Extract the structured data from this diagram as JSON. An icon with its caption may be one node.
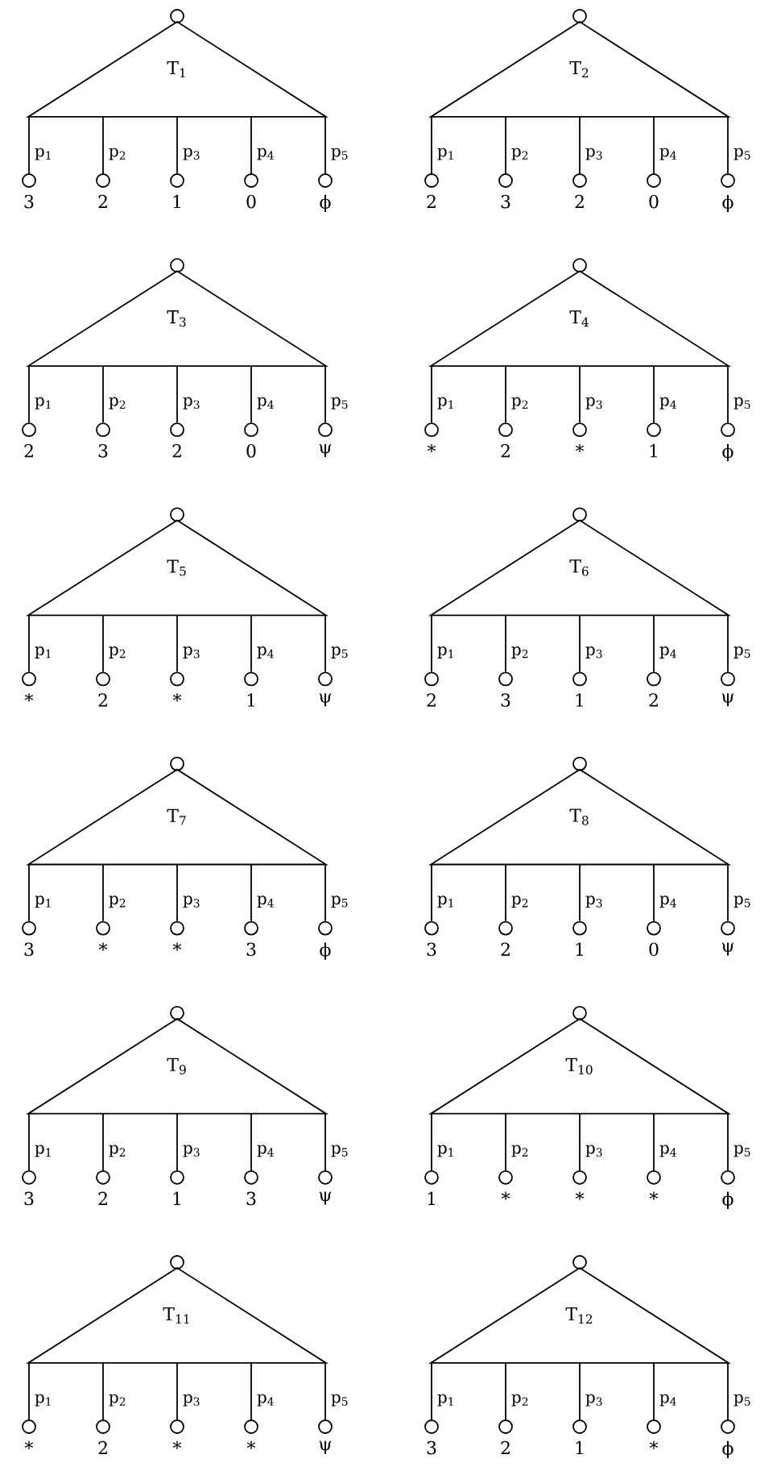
{
  "diagram": {
    "nodes": [
      {
        "text": [],
        "shape": "circle"
      },
      {
        "text": [
          "T$_{1}$"
        ]
      },
      {
        "text": [],
        "shape": "circle",
        "beside": [
          "3"
        ]
      },
      {
        "text": [],
        "shape": "circle",
        "beside": [
          "2"
        ]
      },
      {
        "text": [],
        "shape": "circle",
        "beside": [
          "1"
        ]
      },
      {
        "text": [],
        "shape": "circle",
        "beside": [
          "0"
        ]
      },
      {
        "text": [],
        "shape": "circle",
        "beside": [
          "ϕ"
        ]
      },
      {
        "text": [],
        "shape": "circle"
      },
      {
        "text": [
          "T$_{2}$"
        ]
      },
      {
        "text": [],
        "shape": "circle",
        "beside": [
          "2"
        ]
      },
      {
        "text": [],
        "shape": "circle",
        "beside": [
          "3"
        ]
      },
      {
        "text": [],
        "shape": "circle",
        "beside": [
          "2"
        ]
      },
      {
        "text": [],
        "shape": "circle",
        "beside": [
          "0"
        ]
      },
      {
        "text": [],
        "shape": "circle",
        "beside": [
          "ϕ"
        ]
      },
      {
        "text": [],
        "shape": "circle"
      },
      {
        "text": [
          "T$_{3}$"
        ]
      },
      {
        "text": [],
        "shape": "circle",
        "beside": [
          "2"
        ]
      },
      {
        "text": [],
        "shape": "circle",
        "beside": [
          "3"
        ]
      },
      {
        "text": [],
        "shape": "circle",
        "beside": [
          "2"
        ]
      },
      {
        "text": [],
        "shape": "circle",
        "beside": [
          "0"
        ]
      },
      {
        "text": [],
        "shape": "circle",
        "beside": [
          "ψ"
        ]
      },
      {
        "text": [],
        "shape": "circle"
      },
      {
        "text": [
          "T$_{4}$"
        ]
      },
      {
        "text": [],
        "shape": "circle",
        "beside": [
          "*"
        ]
      },
      {
        "text": [],
        "shape": "circle",
        "beside": [
          "2"
        ]
      },
      {
        "text": [],
        "shape": "circle",
        "beside": [
          "*"
        ]
      },
      {
        "text": [],
        "shape": "circle",
        "beside": [
          "1"
        ]
      },
      {
        "text": [],
        "shape": "circle",
        "beside": [
          "ϕ"
        ]
      },
      {
        "text": [],
        "shape": "circle"
      },
      {
        "text": [
          "T$_{5}$"
        ]
      },
      {
        "text": [],
        "shape": "circle",
        "beside": [
          "*"
        ]
      },
      {
        "text": [],
        "shape": "circle",
        "beside": [
          "2"
        ]
      },
      {
        "text": [],
        "shape": "circle",
        "beside": [
          "*"
        ]
      },
      {
        "text": [],
        "shape": "circle",
        "beside": [
          "1"
        ]
      },
      {
        "text": [],
        "shape": "circle",
        "beside": [
          "ψ"
        ]
      },
      {
        "text": [],
        "shape": "circle"
      },
      {
        "text": [
          "T$_{6}$"
        ]
      },
      {
        "text": [],
        "shape": "circle",
        "beside": [
          "2"
        ]
      },
      {
        "text": [],
        "shape": "circle",
        "beside": [
          "3"
        ]
      },
      {
        "text": [],
        "shape": "circle",
        "beside": [
          "1"
        ]
      },
      {
        "text": [],
        "shape": "circle",
        "beside": [
          "2"
        ]
      },
      {
        "text": [],
        "shape": "circle",
        "beside": [
          "ψ"
        ]
      },
      {
        "text": [],
        "shape": "circle"
      },
      {
        "text": [
          "T$_{7}$"
        ]
      },
      {
        "text": [],
        "shape": "circle",
        "beside": [
          "3"
        ]
      },
      {
        "text": [],
        "shape": "circle",
        "beside": [
          "*"
        ]
      },
      {
        "text": [],
        "shape": "circle",
        "beside": [
          "*"
        ]
      },
      {
        "text": [],
        "shape": "circle",
        "beside": [
          "3"
        ]
      },
      {
        "text": [],
        "shape": "circle",
        "beside": [
          "ϕ"
        ]
      },
      {
        "text": [],
        "shape": "circle"
      },
      {
        "text": [
          "T$_{8}$"
        ]
      },
      {
        "text": [],
        "shape": "circle",
        "beside": [
          "3"
        ]
      },
      {
        "text": [],
        "shape": "circle",
        "beside": [
          "2"
        ]
      },
      {
        "text": [],
        "shape": "circle",
        "beside": [
          "1"
        ]
      },
      {
        "text": [],
        "shape": "circle",
        "beside": [
          "0"
        ]
      },
      {
        "text": [],
        "shape": "circle",
        "beside": [
          "ψ"
        ]
      },
      {
        "text": [],
        "shape": "circle"
      },
      {
        "text": [
          "T$_{9}$"
        ]
      },
      {
        "text": [],
        "shape": "circle",
        "beside": [
          "3"
        ]
      },
      {
        "text": [],
        "shape": "circle",
        "beside": [
          "2"
        ]
      },
      {
        "text": [],
        "shape": "circle",
        "beside": [
          "1"
        ]
      },
      {
        "text": [],
        "shape": "circle",
        "beside": [
          "3"
        ]
      },
      {
        "text": [],
        "shape": "circle",
        "beside": [
          "ψ"
        ]
      },
      {
        "text": [],
        "shape": "circle"
      },
      {
        "text": [
          "T$_{10}$"
        ]
      },
      {
        "text": [],
        "shape": "circle",
        "beside": [
          "1"
        ]
      },
      {
        "text": [],
        "shape": "circle",
        "beside": [
          "*"
        ]
      },
      {
        "text": [],
        "shape": "circle",
        "beside": [
          "*"
        ]
      },
      {
        "text": [],
        "shape": "circle",
        "beside": [
          "*"
        ]
      },
      {
        "text": [],
        "shape": "circle",
        "beside": [
          "ϕ"
        ]
      },
      {
        "text": [],
        "shape": "circle"
      },
      {
        "text": [
          "T$_{11}$"
        ]
      },
      {
        "text": [],
        "shape": "circle",
        "beside": [
          "*"
        ]
      },
      {
        "text": [],
        "shape": "circle",
        "beside": [
          "2"
        ]
      },
      {
        "text": [],
        "shape": "circle",
        "beside": [
          "*"
        ]
      },
      {
        "text": [],
        "shape": "circle",
        "beside": [
          "*"
        ]
      },
      {
        "text": [],
        "shape": "circle",
        "beside": [
          "ψ"
        ]
      },
      {
        "text": [],
        "shape": "circle"
      },
      {
        "text": [
          "T$_{12}$"
        ]
      },
      {
        "text": [],
        "shape": "circle",
        "beside": [
          "3"
        ]
      },
      {
        "text": [],
        "shape": "circle",
        "beside": [
          "2"
        ]
      },
      {
        "text": [],
        "shape": "circle",
        "beside": [
          "1"
        ]
      },
      {
        "text": [],
        "shape": "circle",
        "beside": [
          "*"
        ]
      },
      {
        "text": [],
        "shape": "circle",
        "beside": [
          "ϕ"
        ]
      }
    ],
    "edges": [
      {
        "from": 1,
        "to": 2,
        "arrow": "none",
        "label": "p$_{1}$"
      },
      {
        "from": 1,
        "to": 3,
        "arrow": "none",
        "label": "p$_{2}$"
      },
      {
        "from": 1,
        "to": 4,
        "arrow": "none",
        "label": "p$_{3}$"
      },
      {
        "from": 1,
        "to": 5,
        "arrow": "none",
        "label": "p$_{4}$"
      },
      {
        "from": 1,
        "to": 6,
        "arrow": "none",
        "label": "p$_{5}$"
      },
      {
        "from": 8,
        "to": 9,
        "arrow": "none",
        "label": "p$_{1}$"
      },
      {
        "from": 8,
        "to": 10,
        "arrow": "none",
        "label": "p$_{2}$"
      },
      {
        "from": 8,
        "to": 11,
        "arrow": "none",
        "label": "p$_{3}$"
      },
      {
        "from": 8,
        "to": 12,
        "arrow": "none",
        "label": "p$_{4}$"
      },
      {
        "from": 8,
        "to": 13,
        "arrow": "none",
        "label": "p$_{5}$"
      },
      {
        "from": 15,
        "to": 16,
        "arrow": "none",
        "label": "p$_{1}$"
      },
      {
        "from": 15,
        "to": 17,
        "arrow": "none",
        "label": "p$_{2}$"
      },
      {
        "from": 15,
        "to": 18,
        "arrow": "none",
        "label": "p$_{3}$"
      },
      {
        "from": 15,
        "to": 19,
        "arrow": "none",
        "label": "p$_{4}$"
      },
      {
        "from": 15,
        "to": 20,
        "arrow": "none",
        "label": "p$_{5}$"
      },
      {
        "from": 22,
        "to": 23,
        "arrow": "none",
        "label": "p$_{1}$"
      },
      {
        "from": 22,
        "to": 24,
        "arrow": "none",
        "label": "p$_{2}$"
      },
      {
        "from": 22,
        "to": 25,
        "arrow": "none",
        "label": "p$_{3}$"
      },
      {
        "from": 22,
        "to": 26,
        "arrow": "none",
        "label": "p$_{4}$"
      },
      {
        "from": 22,
        "to": 27,
        "arrow": "none",
        "label": "p$_{5}$"
      },
      {
        "from": 29,
        "to": 30,
        "arrow": "none",
        "label": "p$_{1}$"
      },
      {
        "from": 29,
        "to": 31,
        "arrow": "none",
        "label": "p$_{2}$"
      },
      {
        "from": 29,
        "to": 32,
        "arrow": "none",
        "label": "p$_{3}$"
      },
      {
        "from": 29,
        "to": 33,
        "arrow": "none",
        "label": "p$_{4}$"
      },
      {
        "from": 29,
        "to": 34,
        "arrow": "none",
        "label": "p$_{5}$"
      },
      {
        "from": 36,
        "to": 37,
        "arrow": "none",
        "label": "p$_{1}$"
      },
      {
        "from": 36,
        "to": 38,
        "arrow": "none",
        "label": "p$_{2}$"
      },
      {
        "from": 36,
        "to": 39,
        "arrow": "none",
        "label": "p$_{3}$"
      },
      {
        "from": 36,
        "to": 40,
        "arrow": "none",
        "label": "p$_{4}$"
      },
      {
        "from": 36,
        "to": 41,
        "arrow": "none",
        "label": "p$_{5}$"
      },
      {
        "from": 43,
        "to": 44,
        "arrow": "none",
        "label": "p$_{1}$"
      },
      {
        "from": 43,
        "to": 45,
        "arrow": "none",
        "label": "p$_{2}$"
      },
      {
        "from": 43,
        "to": 46,
        "arrow": "none",
        "label": "p$_{3}$"
      },
      {
        "from": 43,
        "to": 47,
        "arrow": "none",
        "label": "p$_{4}$"
      },
      {
        "from": 43,
        "to": 48,
        "arrow": "none",
        "label": "p$_{5}$"
      },
      {
        "from": 50,
        "to": 51,
        "arrow": "none",
        "label": "p$_{1}$"
      },
      {
        "from": 50,
        "to": 52,
        "arrow": "none",
        "label": "p$_{2}$"
      },
      {
        "from": 50,
        "to": 53,
        "arrow": "none",
        "label": "p$_{3}$"
      },
      {
        "from": 50,
        "to": 54,
        "arrow": "none",
        "label": "p$_{4}$"
      },
      {
        "from": 50,
        "to": 55,
        "arrow": "none",
        "label": "p$_{5}$"
      },
      {
        "from": 57,
        "to": 58,
        "arrow": "none",
        "label": "p$_{1}$"
      },
      {
        "from": 57,
        "to": 59,
        "arrow": "none",
        "label": "p$_{2}$"
      },
      {
        "from": 57,
        "to": 60,
        "arrow": "none",
        "label": "p$_{3}$"
      },
      {
        "from": 57,
        "to": 61,
        "arrow": "none",
        "label": "p$_{4}$"
      },
      {
        "from": 57,
        "to": 62,
        "arrow": "none",
        "label": "p$_{5}$"
      },
      {
        "from": 64,
        "to": 65,
        "arrow": "none",
        "label": "p$_{1}$"
      },
      {
        "from": 64,
        "to": 66,
        "arrow": "none",
        "label": "p$_{2}$"
      },
      {
        "from": 64,
        "to": 67,
        "arrow": "none",
        "label": "p$_{3}$"
      },
      {
        "from": 64,
        "to": 68,
        "arrow": "none",
        "label": "p$_{4}$"
      },
      {
        "from": 64,
        "to": 69,
        "arrow": "none",
        "label": "p$_{5}$"
      },
      {
        "from": 71,
        "to": 72,
        "arrow": "none",
        "label": "p$_{1}$"
      },
      {
        "from": 71,
        "to": 73,
        "arrow": "none",
        "label": "p$_{2}$"
      },
      {
        "from": 71,
        "to": 74,
        "arrow": "none",
        "label": "p$_{3}$"
      },
      {
        "from": 71,
        "to": 75,
        "arrow": "none",
        "label": "p$_{4}$"
      },
      {
        "from": 71,
        "to": 76,
        "arrow": "none",
        "label": "p$_{5}$"
      },
      {
        "from": 78,
        "to": 79,
        "arrow": "none",
        "label": "p$_{1}$"
      },
      {
        "from": 78,
        "to": 80,
        "arrow": "none",
        "label": "p$_{2}$"
      },
      {
        "from": 78,
        "to": 81,
        "arrow": "none",
        "label": "p$_{3}$"
      },
      {
        "from": 78,
        "to": 82,
        "arrow": "none",
        "label": "p$_{4}$"
      },
      {
        "from": 78,
        "to": 83,
        "arrow": "none",
        "label": "p$_{5}$"
      }
    ]
  }
}
